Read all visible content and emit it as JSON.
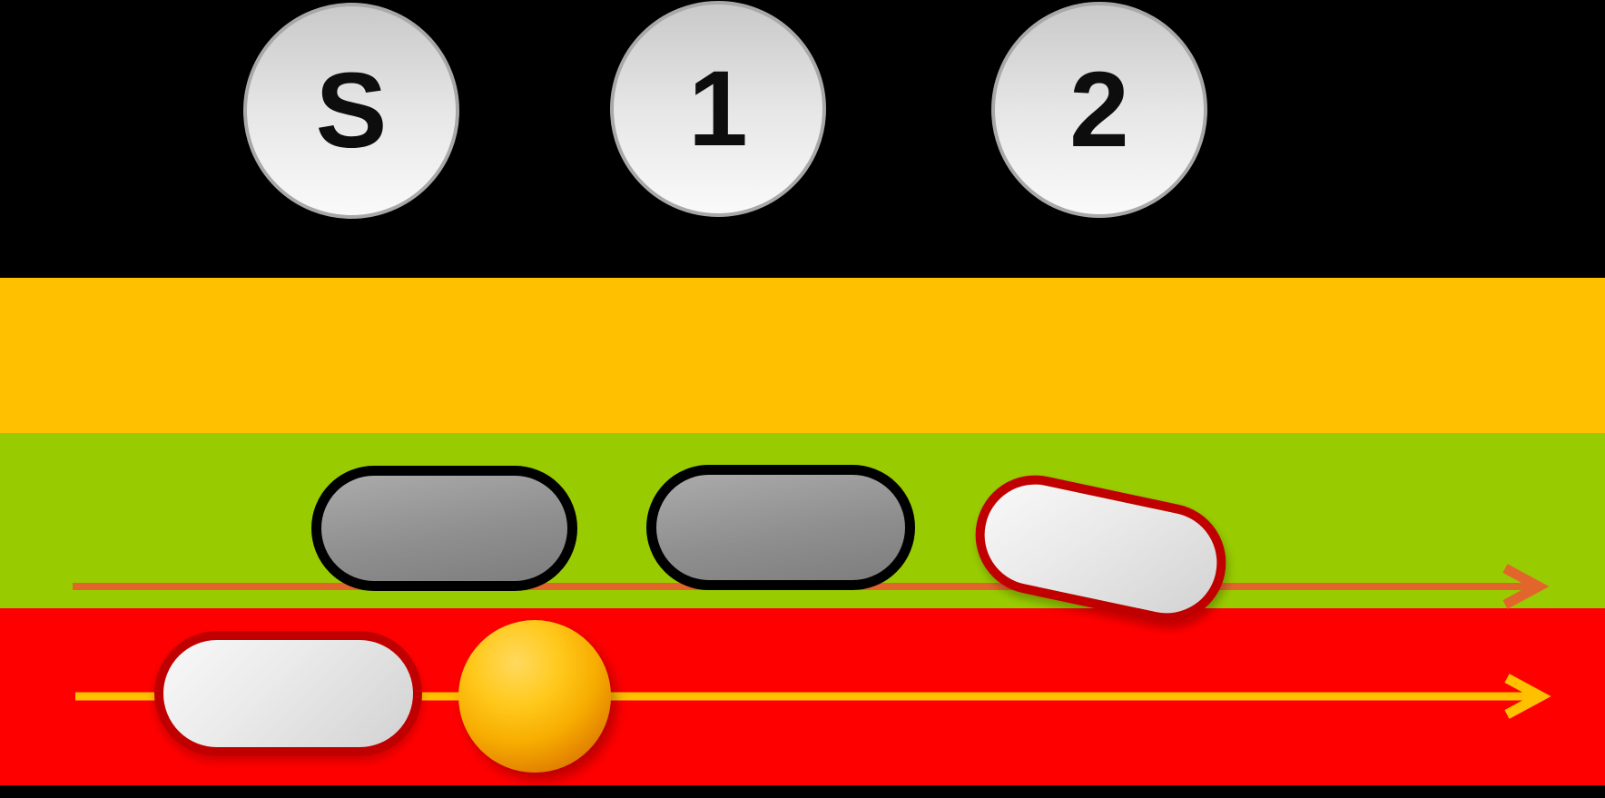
{
  "diagram": {
    "description": "Two-lane flow diagram with three station markers above colored bands",
    "stations": [
      {
        "label": "S"
      },
      {
        "label": "1"
      },
      {
        "label": "2"
      }
    ],
    "lanes": {
      "green_lane": {
        "shapes": [
          "gray-capsule",
          "gray-capsule",
          "tilted-light-capsule-red-border"
        ],
        "arrow_direction": "right"
      },
      "red_lane": {
        "shapes": [
          "light-capsule-red-border",
          "orange-ball"
        ],
        "arrow_direction": "right"
      }
    }
  },
  "colors": {
    "bg-black": "#000000",
    "band-orange": "#FFC000",
    "band-green": "#99CC00",
    "band-red": "#FF0000",
    "arrow-orange": "#E2662C",
    "arrow-yellow": "#FFC000",
    "pill-border-black": "#000000",
    "pill-border-red": "#C00000",
    "circle-border-gray": "#A8A8A8"
  }
}
